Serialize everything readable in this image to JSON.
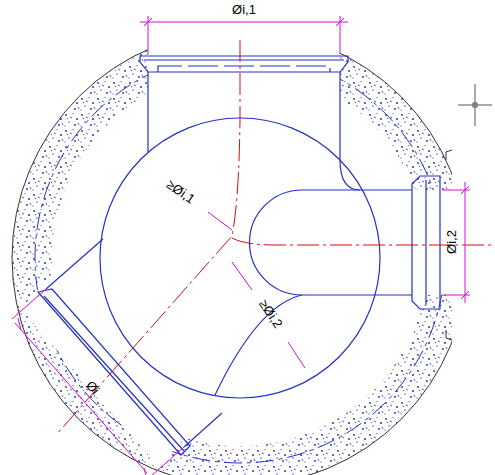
{
  "diagram": {
    "labels": [
      "Øi,1",
      "≥Øi,1",
      "Øi,2",
      "≥Øi,2",
      "Øi"
    ]
  }
}
